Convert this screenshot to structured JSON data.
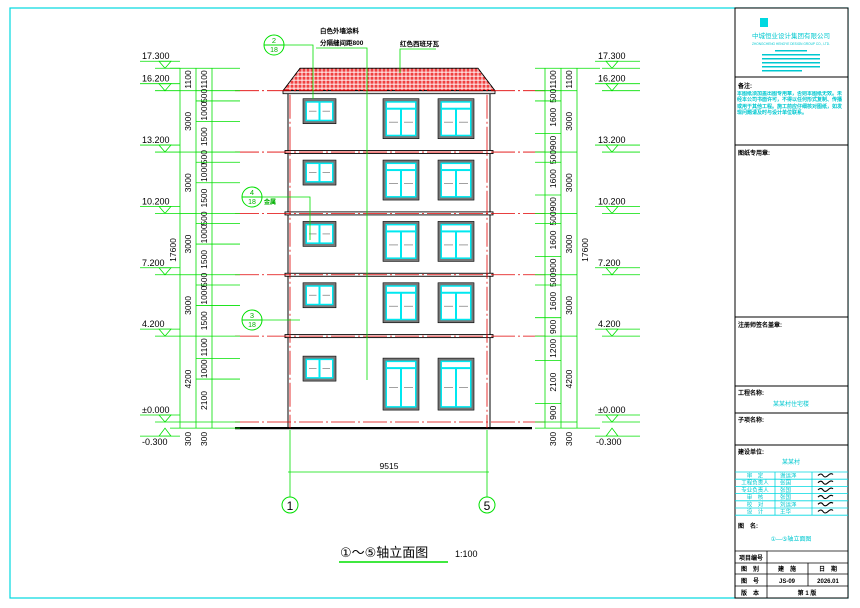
{
  "drawing": {
    "roof_note": "红色西班牙瓦",
    "wall_note_1": "白色外墙涂料",
    "wall_note_2": "分隔缝间距800",
    "detail_refs": [
      {
        "num": "2",
        "sheet": "18"
      },
      {
        "num": "4",
        "sheet": "18",
        "note": "金属"
      },
      {
        "num": "3",
        "sheet": "18"
      }
    ],
    "levels": [
      {
        "elev": 17.3,
        "label": "17.300"
      },
      {
        "elev": 16.2,
        "label": "16.200"
      },
      {
        "elev": 13.2,
        "label": "13.200"
      },
      {
        "elev": 10.2,
        "label": "10.200"
      },
      {
        "elev": 7.2,
        "label": "7.200"
      },
      {
        "elev": 4.2,
        "label": "4.200"
      },
      {
        "elev": 0,
        "label": "±0.000"
      },
      {
        "elev": -0.3,
        "label": "-0.300"
      }
    ],
    "left_dims_outer": [
      1100,
      3000,
      3000,
      3000,
      3000,
      4200
    ],
    "left_dims_inner": [
      1100,
      500,
      1000,
      1500,
      500,
      1000,
      1500,
      500,
      1000,
      1500,
      500,
      1000,
      1500,
      1100,
      1000,
      2100
    ],
    "right_dims_inner": [
      1100,
      500,
      1600,
      900,
      500,
      1600,
      900,
      500,
      1600,
      900,
      500,
      1600,
      900,
      1200,
      2100,
      900
    ],
    "right_dims_outer": [
      1100,
      3000,
      3000,
      3000,
      3000,
      4200
    ],
    "plinth_dim": "300",
    "total_height": "17600",
    "axis_span": "9515",
    "axis_left": "1",
    "axis_right": "5",
    "title": "①～⑤轴立面图",
    "scale": "1:100"
  },
  "title_block": {
    "company": "中城恒业设计集团有限公司",
    "company_en": "ZHONGCHENG HENGYE DESIGN GROUP CO., LTD.",
    "remarks_label": "备注:",
    "remarks_text": "本图纸须加盖出图专用章，否则本图纸无效。未经本公司书面许可，不得以任何形式复制、传播或用于其他工程。施工前应仔细核对图纸，如发现问题请及时与设计单位联系。",
    "stamp_label": "图纸专用章:",
    "signature_label": "注册师签名盖章:",
    "project_label": "工程名称:",
    "project_value": "某某村住宅楼",
    "subitem_label": "子项名称:",
    "client_label": "建设单位:",
    "client_value": "某某村",
    "staff": [
      {
        "role": "审　定",
        "name": "谢运泽"
      },
      {
        "role": "工程负责人",
        "name": "张国"
      },
      {
        "role": "专业负责人",
        "name": "张国"
      },
      {
        "role": "审　核",
        "name": "张国"
      },
      {
        "role": "校　对",
        "name": "刘运泽"
      },
      {
        "role": "设　计",
        "name": "王华"
      }
    ],
    "drawing_name_label": "图　名:",
    "drawing_name_value": "①—⑤轴立面图",
    "project_no_label": "项目编号",
    "category_label": "图　别",
    "category_value": "建　施",
    "date_label": "日　期",
    "sheet_no_label": "图　号",
    "sheet_no_value": "JS-09",
    "date_value": "2026.01",
    "version_label": "版　本",
    "version_value": "第 1 版"
  },
  "colors": {
    "frame": "#00d8e0",
    "dim": "#00e000",
    "axis": "#e00000",
    "window": "#00e8f0",
    "roof": "#e02020"
  }
}
